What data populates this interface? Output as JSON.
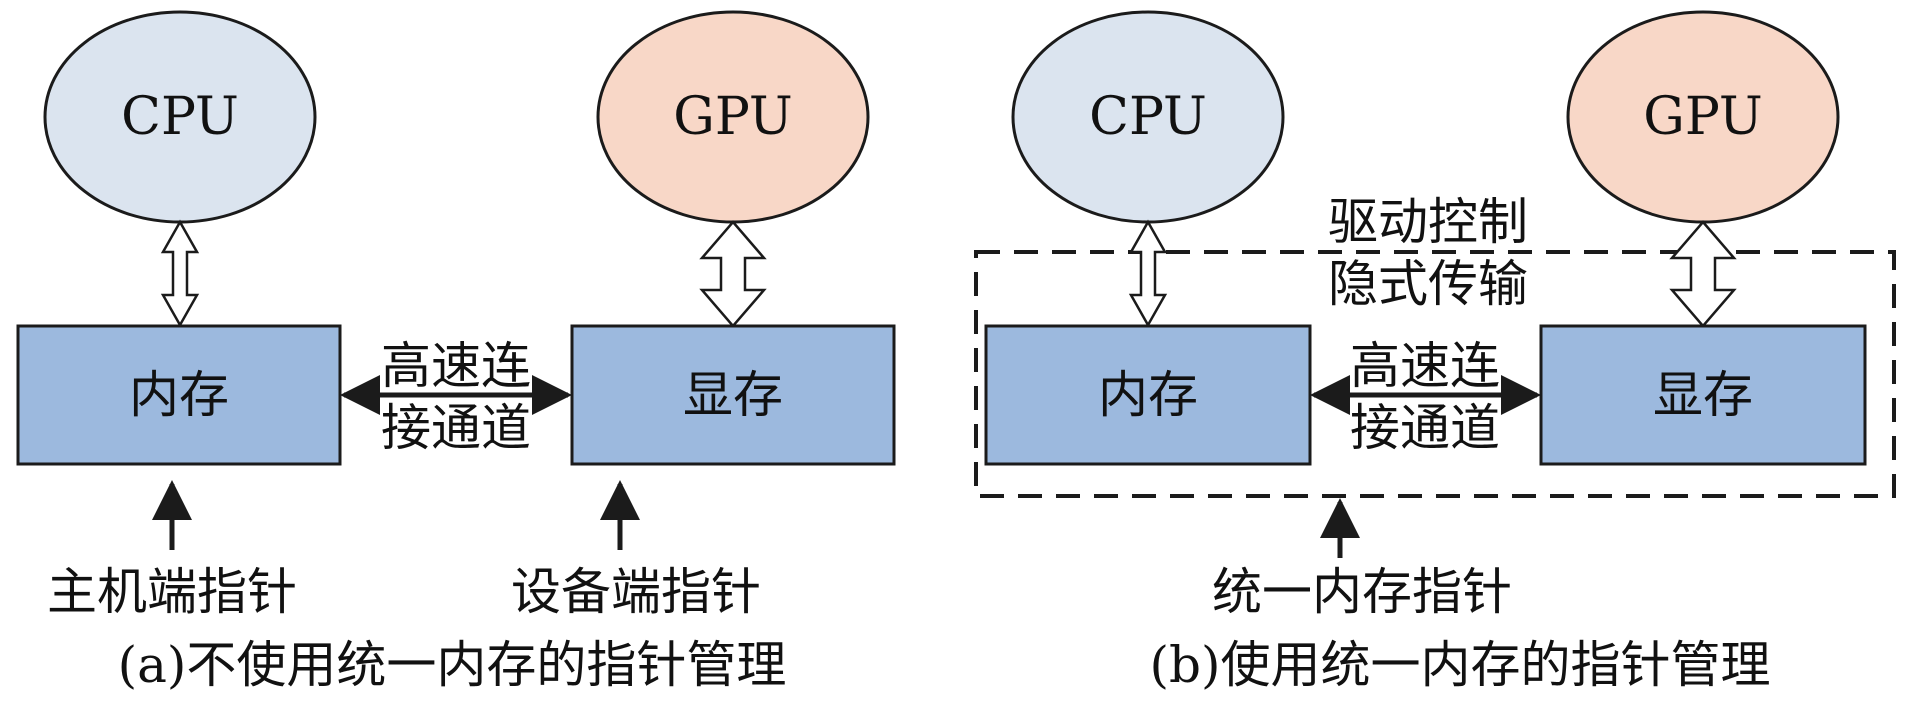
{
  "colors": {
    "cpu_fill": "#dbe4ef",
    "gpu_fill": "#f8d7c7",
    "box_fill": "#9cb9de",
    "stroke": "#1b1b1b"
  },
  "panel_a": {
    "cpu": "CPU",
    "gpu": "GPU",
    "host_memory": "内存",
    "device_memory": "显存",
    "link_line1": "高速连",
    "link_line2": "接通道",
    "host_pointer": "主机端指针",
    "device_pointer": "设备端指针",
    "caption": "(a)不使用统一内存的指针管理"
  },
  "panel_b": {
    "cpu": "CPU",
    "gpu": "GPU",
    "host_memory": "内存",
    "device_memory": "显存",
    "link_line1": "高速连",
    "link_line2": "接通道",
    "driver_line1": "驱动控制",
    "driver_line2": "隐式传输",
    "unified_pointer": "统一内存指针",
    "caption": "(b)使用统一内存的指针管理"
  }
}
